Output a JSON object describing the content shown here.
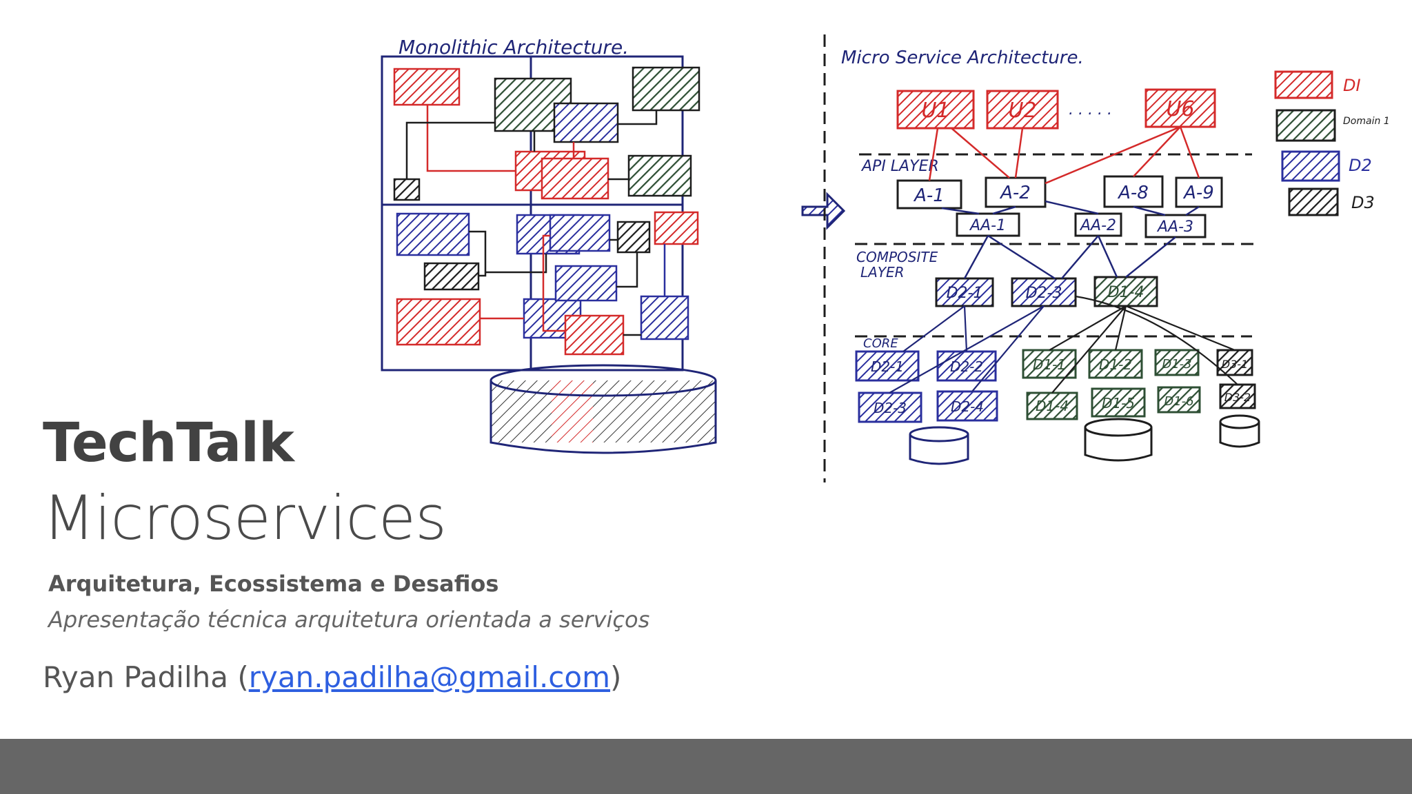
{
  "sketch": {
    "monolith_title": "Monolithic Architecture.",
    "micro_title": "Micro Service Architecture.",
    "users": [
      "U1",
      "U2",
      "U6"
    ],
    "user_ellipsis": ". . . . .",
    "api_layer_label": "API LAYER",
    "api_nodes": [
      "A-1",
      "A-2",
      "A-8",
      "A-9"
    ],
    "aa_nodes": [
      "AA-1",
      "AA-2",
      "AA-3"
    ],
    "composite_label_1": "COMPOSITE",
    "composite_label_2": "LAYER",
    "composite_nodes": [
      "D2-1",
      "D2-3",
      "D1-4"
    ],
    "core_label": "CORE",
    "core_nodes": [
      "D2-1",
      "D2-2",
      "D1-1",
      "D1-2",
      "D1-3",
      "D3-1",
      "D2-3",
      "D2-4",
      "D1-4",
      "D1-5",
      "D1-6",
      "D3-2"
    ],
    "legend": [
      {
        "label": "DI",
        "color": "#d42a2a"
      },
      {
        "label": "Domain 1",
        "color": "#2e4f34"
      },
      {
        "label": "D2",
        "color": "#2a2f9e"
      },
      {
        "label": "D3",
        "color": "#1d1d1d"
      }
    ],
    "colors": {
      "red": "#d42a2a",
      "green": "#2e4f34",
      "blue": "#2a2f9e",
      "black": "#1d1d1d",
      "navy": "#1f2577"
    }
  },
  "slide": {
    "title_bold": "TechTalk",
    "title_light": "Microservices",
    "subtitle": "Arquitetura, Ecossistema e Desafios",
    "description": "Apresentação técnica arquitetura orientada a serviços",
    "author_name": "Ryan Padilha (",
    "author_email": "ryan.padilha@gmail.com",
    "author_close": ")"
  }
}
